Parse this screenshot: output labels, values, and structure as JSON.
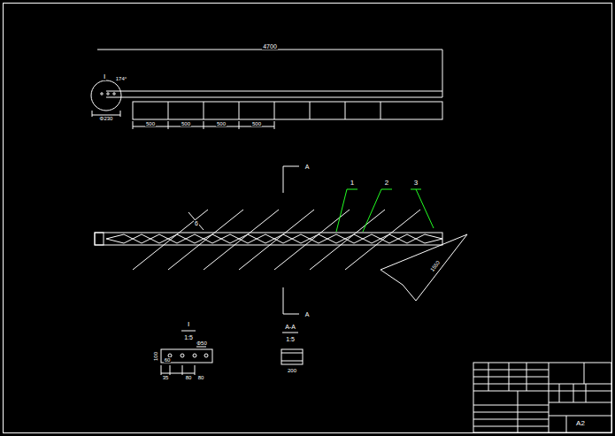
{
  "diagram": {
    "labels": [
      "4700",
      "I",
      "174°",
      "Φ230",
      "500",
      "500",
      "500",
      "500",
      "A",
      "A",
      "1",
      "2",
      "3",
      "6",
      "1550",
      "I",
      "1:5",
      "A-A",
      "1:5",
      "Φ50",
      "100",
      "60",
      "35",
      "80",
      "80",
      "200",
      "A2"
    ]
  }
}
